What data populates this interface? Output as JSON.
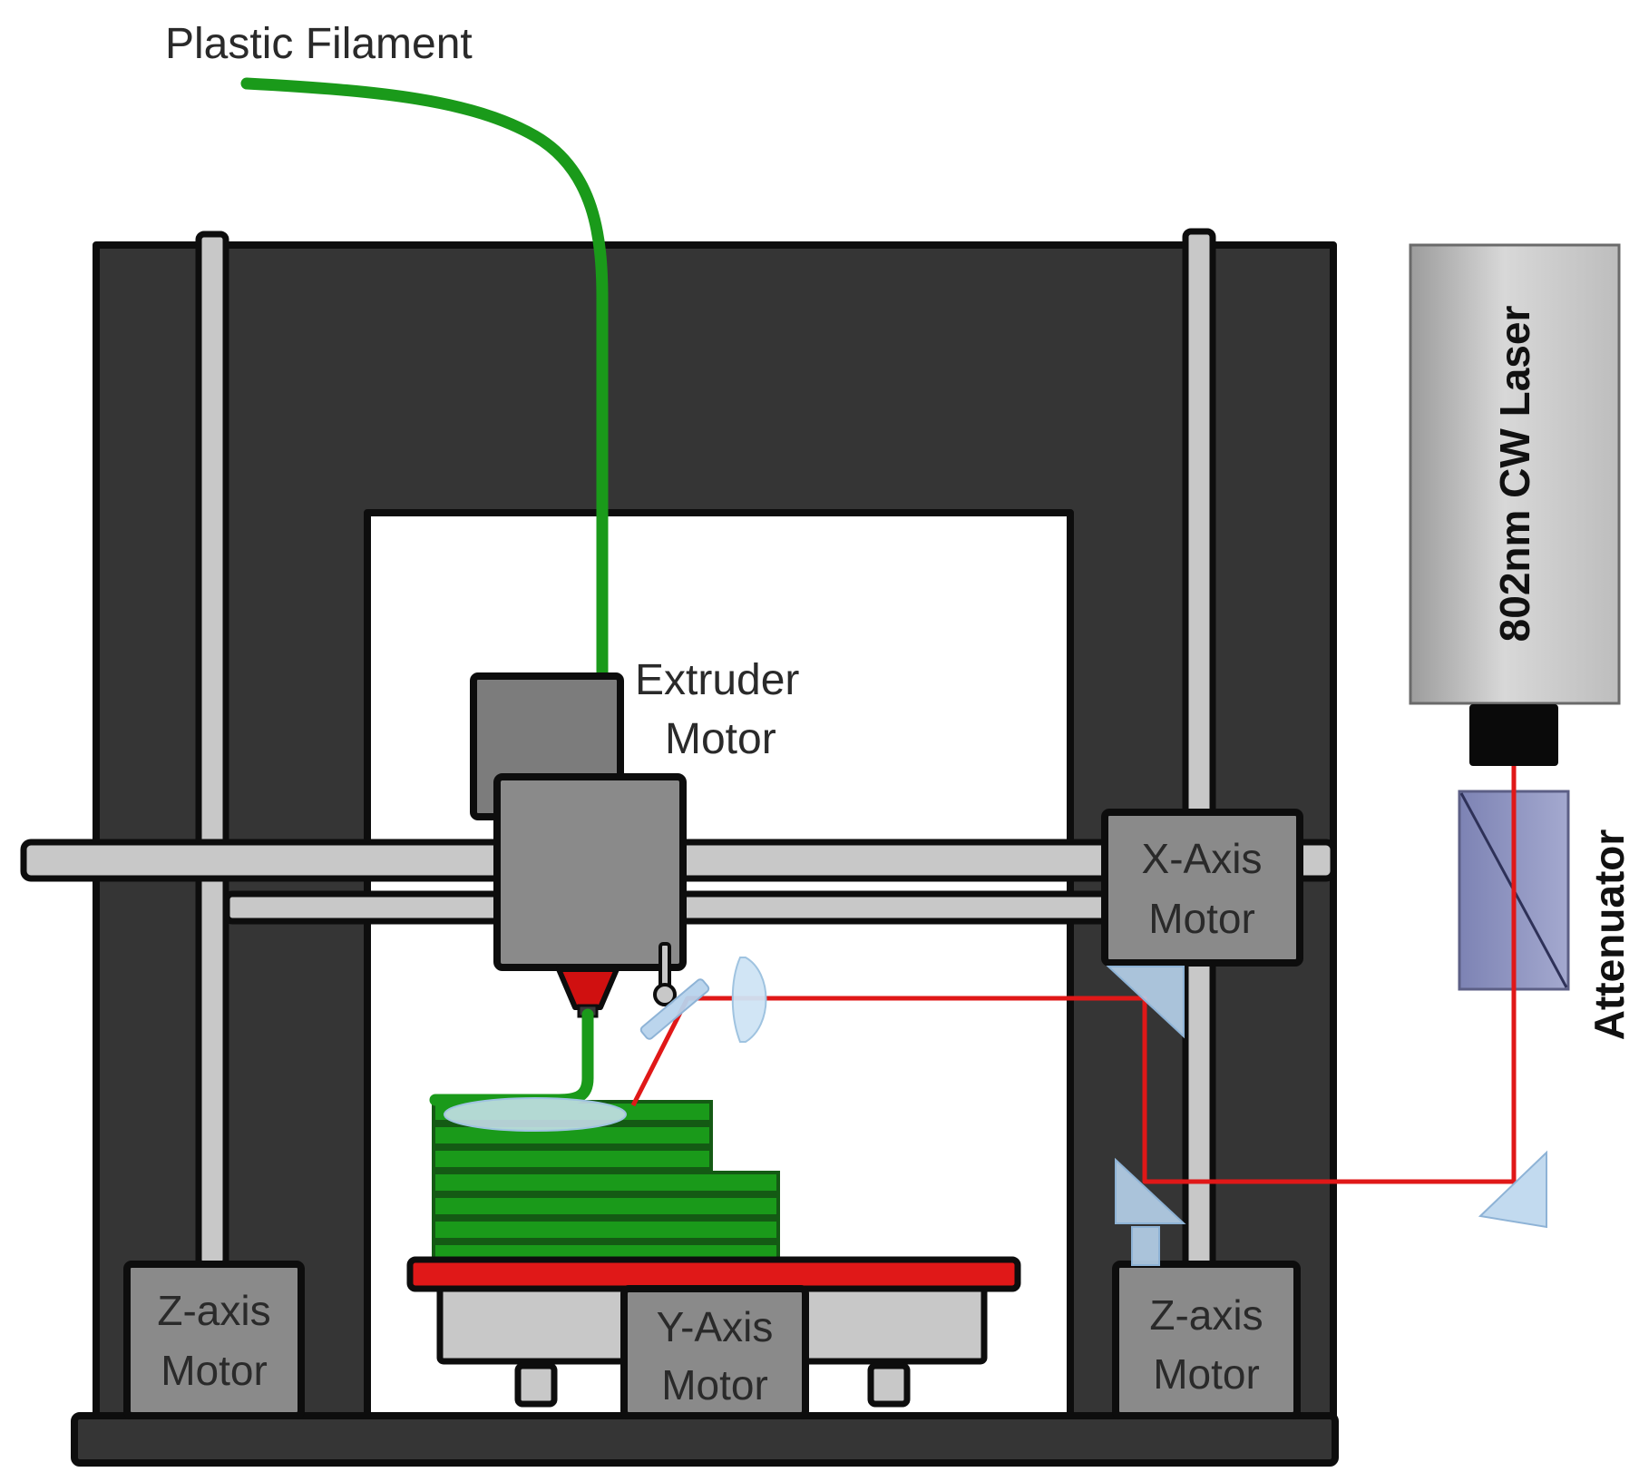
{
  "labels": {
    "plastic_filament": "Plastic Filament",
    "extruder_line1": "Extruder",
    "extruder_line2": "Motor",
    "x_axis_line1": "X-Axis",
    "x_axis_line2": "Motor",
    "z_axis_left_line1": "Z-axis",
    "z_axis_left_line2": "Motor",
    "z_axis_right_line1": "Z-axis",
    "z_axis_right_line2": "Motor",
    "y_axis_line1": "Y-Axis",
    "y_axis_line2": "Motor",
    "laser": "802nm  CW Laser",
    "attenuator": "Attenuator"
  },
  "colors": {
    "frame": "#353535",
    "frame_outline": "#0d0d0d",
    "rod": "#c8c8c8",
    "motor_block": "#8a8a8a",
    "filament": "#1a9a1a",
    "laser_beam": "#e01818",
    "heated_bed": "#e01818",
    "nozzle": "#d01010",
    "laser_body": "#cfcfcf",
    "attenuator": "#8d93c0",
    "optics": "#b7d3ec"
  }
}
